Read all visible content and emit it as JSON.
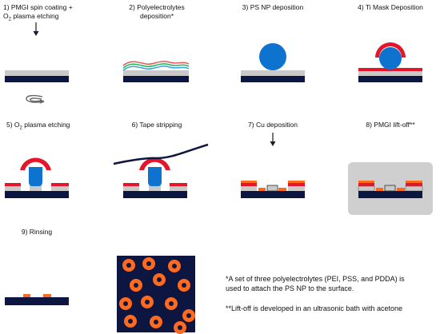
{
  "colors": {
    "substrate": "#0d1541",
    "pmgi": "#c9c9c9",
    "nanoparticle": "#0d73cf",
    "ti_mask": "#e3162b",
    "copper": "#ff6a1e",
    "plasma_arrow": "#1a1a2e",
    "tape": "#0d1541",
    "polymer_red": "#e35a5a",
    "polymer_green": "#23b35a",
    "polymer_blue": "#2fa8d8",
    "liftoff_bath": "#cfcfcf"
  },
  "steps": [
    {
      "label": "1) PMGI spin coating +"
    },
    {
      "label": "2) Polyelectrolytes"
    },
    {
      "label": "3) PS NP deposition"
    },
    {
      "label": "4) Ti Mask Deposition"
    },
    {
      "label": "5) O"
    },
    {
      "label": "6) Tape stripping"
    },
    {
      "label": "7) Cu deposition"
    },
    {
      "label": "8) PMGI lift-off**"
    },
    {
      "label": "9) Rinsing"
    }
  ],
  "step1_line2_prefix": "O",
  "step1_line2_sub": "2",
  "step1_line2_suffix": " plasma etching",
  "step2_line2": "deposition*",
  "step5_sub": "2",
  "step5_suffix": " plasma etching",
  "notes": {
    "note1_line1": "*A set of three polyelectrolytes (PEI, PSS, and PDDA) is",
    "note1_line2": "used to attach the PS NP to the surface.",
    "note2": "**Lift-off is developed in an ultrasonic bath with acetone"
  },
  "icons": [
    "down-arrow-icon",
    "spin-coating-icon",
    "copper-ring-array-icon"
  ]
}
